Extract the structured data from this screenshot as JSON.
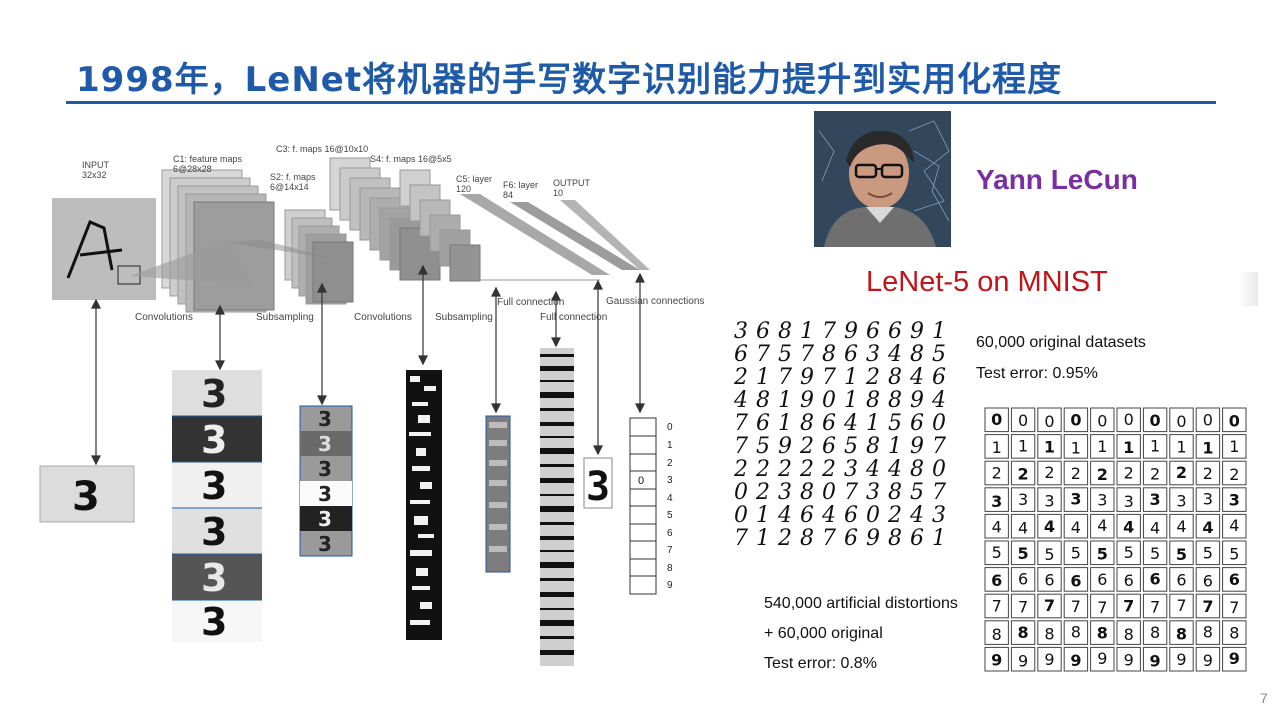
{
  "slide": {
    "title": "1998年，LeNet将机器的手写数字识别能力提升到实用化程度",
    "page_number": "7"
  },
  "diagram": {
    "input_label": "INPUT",
    "input_size": "32x32",
    "c1_label": "C1: feature maps",
    "c1_size": "6@28x28",
    "c3_label": "C3: f. maps 16@10x10",
    "s2_label": "S2: f. maps",
    "s2_size": "6@14x14",
    "s4_label": "S4: f. maps 16@5x5",
    "c5_label": "C5: layer",
    "c5_size": "120",
    "f6_label": "F6: layer",
    "f6_size": "84",
    "output_label": "OUTPUT",
    "output_size": "10",
    "op_convolutions_1": "Convolutions",
    "op_subsampling_1": "Subsampling",
    "op_convolutions_2": "Convolutions",
    "op_subsampling_2": "Subsampling",
    "op_full_1": "Full connection",
    "op_full_2": "Full connection",
    "op_gaussian": "Gaussian connections",
    "input_digit": "3",
    "output_digit": "3",
    "output_index": [
      "0",
      "1",
      "2",
      "3",
      "4",
      "5",
      "6",
      "7",
      "8",
      "9"
    ],
    "output_active_value": "0"
  },
  "person": {
    "name": "Yann LeCun"
  },
  "mnist": {
    "title": "LeNet-5 on MNIST",
    "original_datasets": "60,000 original datasets",
    "test_error_original": "Test error: 0.95%",
    "distortions": "540,000 artificial distortions",
    "plus_original": "+ 60,000 original",
    "test_error_distorted": "Test error: 0.8%",
    "sample_rows": [
      "3681796691",
      "6757863485",
      "2179712846",
      "4819018894",
      "7618641560",
      "7592658197",
      "2222234480",
      "0238073857",
      "0146460243",
      "7128769861"
    ],
    "grid_rows": [
      "0",
      "1",
      "2",
      "3",
      "4",
      "5",
      "6",
      "7",
      "8",
      "9"
    ]
  }
}
